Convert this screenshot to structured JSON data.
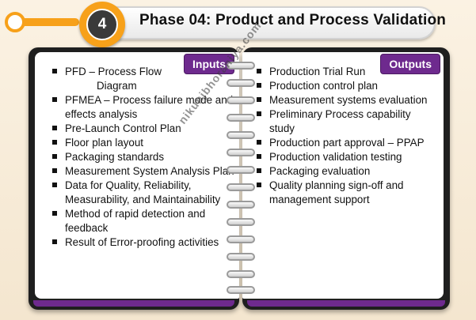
{
  "header": {
    "phase_number": "4",
    "title": "Phase 04: Product and Process Validation"
  },
  "inputs": {
    "label": "Inputs",
    "items": [
      {
        "text": "PFD – Process Flow",
        "text2": "Diagram"
      },
      {
        "text": "PFMEA – Process failure mode and effects analysis"
      },
      {
        "text": "Pre-Launch Control Plan"
      },
      {
        "text": "Floor plan layout"
      },
      {
        "text": "Packaging standards"
      },
      {
        "text": "Measurement System Analysis Plan"
      },
      {
        "text": "Data for Quality, Reliability, Measurability, and Maintainability"
      },
      {
        "text": "Method of rapid detection and feedback"
      },
      {
        "text": "Result of Error-proofing activities"
      }
    ]
  },
  "outputs": {
    "label": "Outputs",
    "items": [
      "Production Trial Run",
      "Production control plan",
      "Measurement systems evaluation",
      "Preliminary Process capability study",
      "Production part approval – PPAP",
      "Production validation testing",
      "Packaging evaluation",
      "Quality planning sign-off and management support"
    ]
  },
  "watermark": "nikunjbhoraniya.com",
  "colors": {
    "accent_orange": "#f7a11a",
    "tab_purple": "#6e2a8e",
    "panel_dark": "#1f1f1f"
  }
}
